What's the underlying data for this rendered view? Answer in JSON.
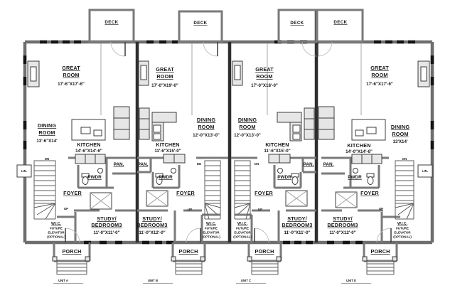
{
  "units": [
    {
      "name": "UNIT A",
      "deck": "DECK",
      "great_room": {
        "l1": "GREAT",
        "l2": "ROOM",
        "dims": "17'-6\"X17'-6\""
      },
      "dining_room": {
        "l1": "DINING",
        "l2": "ROOM",
        "dims": "13'-6\"X14'"
      },
      "kitchen": {
        "l1": "KITCHEN",
        "dims": "14'-6\"X14'-6\""
      },
      "pantry": "PAN.",
      "powder": "PWDR",
      "foyer": "FOYER",
      "study": {
        "l1": "STUDY/",
        "l2": "BEDROOM3",
        "dims": "11'-0\"X11'-0\""
      },
      "wic": {
        "l1": "W.I.C.",
        "l2": "FUTURE",
        "l3": "ELEVATOR",
        "l4": "(OPTIONAL)"
      },
      "porch": "PORCH",
      "stair_dn": "DN",
      "stair_up": "UP",
      "linen": "LIN."
    },
    {
      "name": "UNIT B",
      "deck": "DECK",
      "great_room": {
        "l1": "GREAT",
        "l2": "ROOM",
        "dims": "17'-0\"X19'-0\""
      },
      "dining_room": {
        "l1": "DINING",
        "l2": "ROOM",
        "dims": "12'-0\"X13'-0\""
      },
      "kitchen": {
        "l1": "KITCHEN",
        "dims": "11'-6\"X15'-0\""
      },
      "pantry": "PAN.",
      "powder": "PWDR",
      "foyer": "FOYER",
      "study": {
        "l1": "STUDY/",
        "l2": "BEDROOM3",
        "dims": "11'-0\"X12'-0\""
      },
      "wic": {
        "l1": "W.I.C.",
        "l2": "FUTURE",
        "l3": "ELEVATOR",
        "l4": "(OPTIONAL)"
      },
      "porch": "PORCH",
      "stair_dn": "DN",
      "stair_up": "UP"
    },
    {
      "name": "UNIT C",
      "deck": "DECK",
      "great_room": {
        "l1": "GREAT",
        "l2": "ROOM",
        "dims": "17'-0\"X18'-0\""
      },
      "dining_room": {
        "l1": "DINING",
        "l2": "ROOM",
        "dims": "12'-0\"X13'-0\""
      },
      "kitchen": {
        "l1": "KITCHEN",
        "dims": "11'-6\"X15'-0\""
      },
      "pantry": "PAN.",
      "powder": "PWDR",
      "foyer": "FOYER",
      "study": {
        "l1": "STUDY/",
        "l2": "BEDROOM3",
        "dims": "11'-0\"X11'-0\""
      },
      "wic": {
        "l1": "W.I.C.",
        "l2": "FUTURE",
        "l3": "ELEVATOR",
        "l4": "(OPTIONAL)"
      },
      "porch": "PORCH",
      "stair_dn": "DN",
      "stair_up": "UP"
    },
    {
      "name": "UNIT D",
      "deck": "DECK",
      "great_room": {
        "l1": "GREAT",
        "l2": "ROOM",
        "dims": "17'-6\"X17'-6\""
      },
      "dining_room": {
        "l1": "DINING",
        "l2": "ROOM",
        "dims": "13'X14'"
      },
      "kitchen": {
        "l1": "KITCHEN",
        "dims": "14'-0\"X14'-6\""
      },
      "pantry": "PAN.",
      "powder": "PWDR",
      "foyer": "FOYER",
      "study": {
        "l1": "STUDY/",
        "l2": "BEDROOM3",
        "dims": "11'-0\"X12'-0\""
      },
      "wic": {
        "l1": "W.I.C.",
        "l2": "FUTURE",
        "l3": "ELEVATOR",
        "l4": "(OPTIONAL)"
      },
      "porch": "PORCH",
      "stair_dn": "DN",
      "stair_up": "UP",
      "linen": "LIN."
    }
  ]
}
